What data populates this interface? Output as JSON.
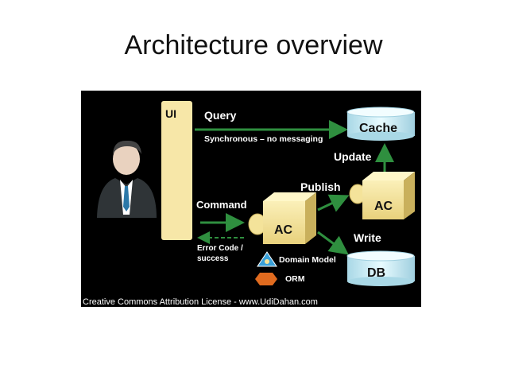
{
  "slide": {
    "title": "Architecture overview",
    "credit": "Creative Commons Attribution License - www.UdiDahan.com"
  },
  "diagram": {
    "ui_label": "UI",
    "query_label": "Query",
    "sync_label": "Synchronous – no messaging",
    "command_label": "Command",
    "error_label_line1": "Error Code /",
    "error_label_line2": "success",
    "ac_label": "AC",
    "ac2_label": "AC",
    "publish_label": "Publish",
    "update_label": "Update",
    "write_label": "Write",
    "cache_label": "Cache",
    "db_label": "DB",
    "domain_model_label": "Domain Model",
    "orm_label": "ORM"
  },
  "colors": {
    "background": "#000000",
    "ui_bar": "#f7e7a8",
    "arrow": "#2f8f3f",
    "cylinder": "#d7f3fb",
    "cube": "#f4e39a"
  },
  "icons": {
    "user": "business-person-icon",
    "domain_model": "triangle-icon",
    "orm": "hexagon-icon"
  }
}
